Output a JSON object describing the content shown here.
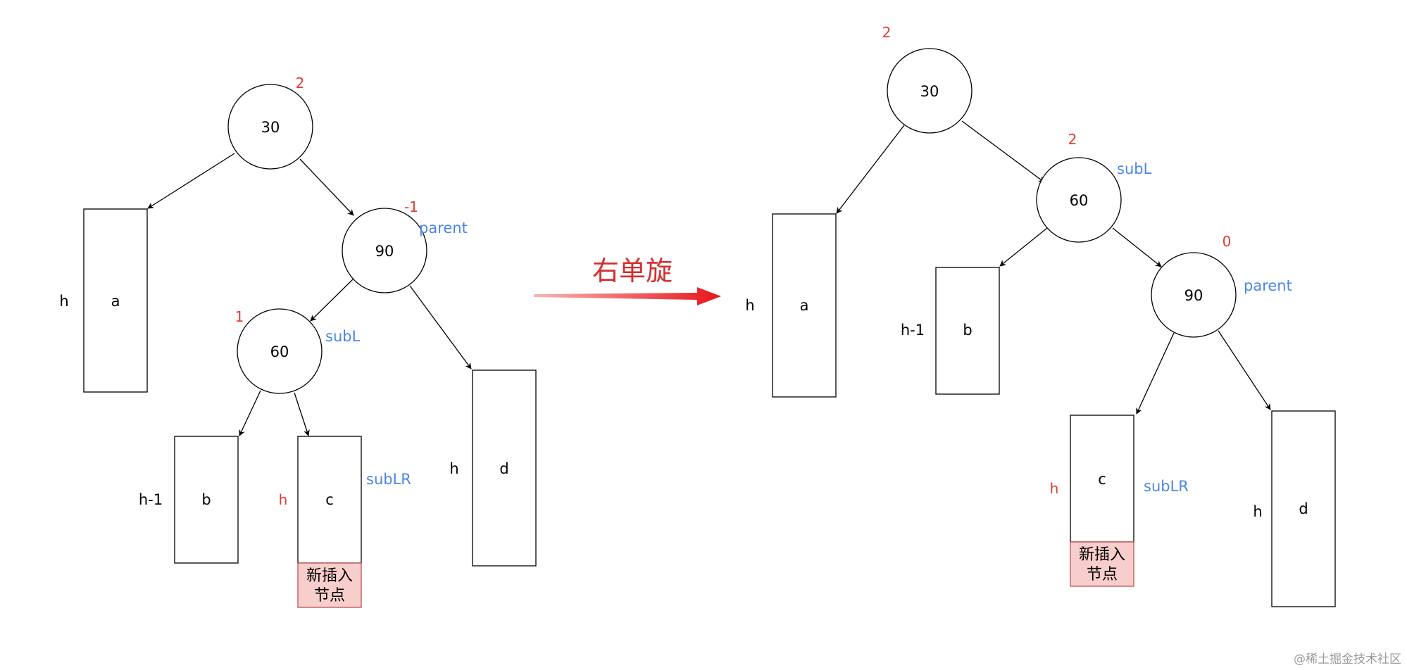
{
  "operation_label": "右单旋",
  "watermark": "@稀土掘金技术社区",
  "colors": {
    "red": "#e53935",
    "blue": "#4a86e8",
    "new_node_fill": "#f8cecc",
    "new_node_stroke": "#b85450",
    "arrow": "#e8141b"
  },
  "before": {
    "nodes": {
      "n30": {
        "key": "30",
        "bf": "2"
      },
      "n90": {
        "key": "90",
        "bf": "-1",
        "role": "parent"
      },
      "n60": {
        "key": "60",
        "bf": "1",
        "role": "subL"
      }
    },
    "subtrees": {
      "a": {
        "label": "a",
        "height": "h"
      },
      "b": {
        "label": "b",
        "height": "h-1"
      },
      "c": {
        "label": "c",
        "height": "h",
        "role": "subLR"
      },
      "d": {
        "label": "d",
        "height": "h"
      }
    },
    "new_node": {
      "line1": "新插入",
      "line2": "节点"
    }
  },
  "after": {
    "nodes": {
      "n30": {
        "key": "30",
        "bf": "2"
      },
      "n60": {
        "key": "60",
        "bf": "2",
        "role": "subL"
      },
      "n90": {
        "key": "90",
        "bf": "0",
        "role": "parent"
      }
    },
    "subtrees": {
      "a": {
        "label": "a",
        "height": "h"
      },
      "b": {
        "label": "b",
        "height": "h-1"
      },
      "c": {
        "label": "c",
        "height": "h",
        "role": "subLR"
      },
      "d": {
        "label": "d",
        "height": "h"
      }
    },
    "new_node": {
      "line1": "新插入",
      "line2": "节点"
    }
  }
}
